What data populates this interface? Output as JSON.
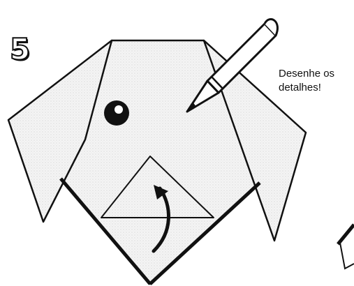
{
  "step": {
    "number": "5"
  },
  "instruction": {
    "line1": "Desenhe os",
    "line2": "detalhes!"
  },
  "colors": {
    "paper": "#f3f3f3",
    "ink": "#111111",
    "background": "#ffffff"
  }
}
